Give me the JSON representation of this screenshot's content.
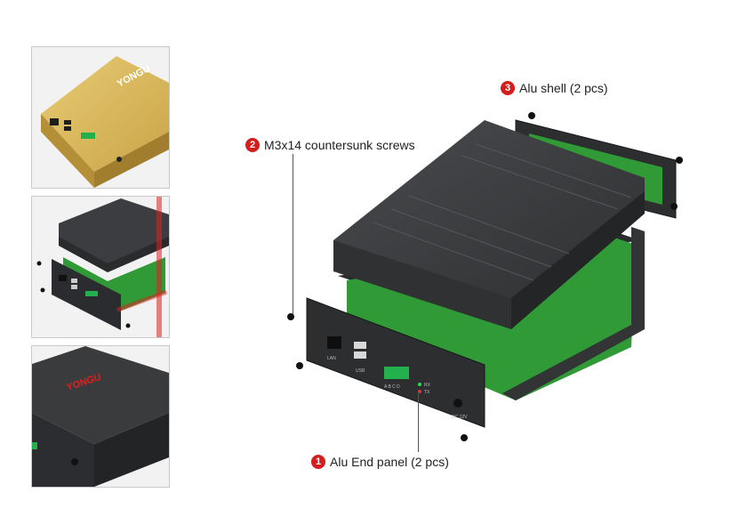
{
  "brand": {
    "logo_text": "YONGU"
  },
  "callouts": {
    "shell": {
      "number": "3",
      "label": "Alu shell (2 pcs)"
    },
    "screws": {
      "number": "2",
      "label": "M3x14 countersunk screws"
    },
    "panel": {
      "number": "1",
      "label": "Alu End panel (2 pcs)"
    }
  },
  "panel_labels": {
    "lan": "LAN",
    "usb": "USB",
    "terminal_pins": "A B C D",
    "rx": "RX",
    "tx": "TX",
    "dc": "DC 12V"
  },
  "colors": {
    "badge": "#d41d1d",
    "aluminum_dark": "#3a3b3d",
    "aluminum_gold": "#d4b458",
    "pcb_green": "#2f9a36",
    "terminal_green": "#22b14c"
  }
}
